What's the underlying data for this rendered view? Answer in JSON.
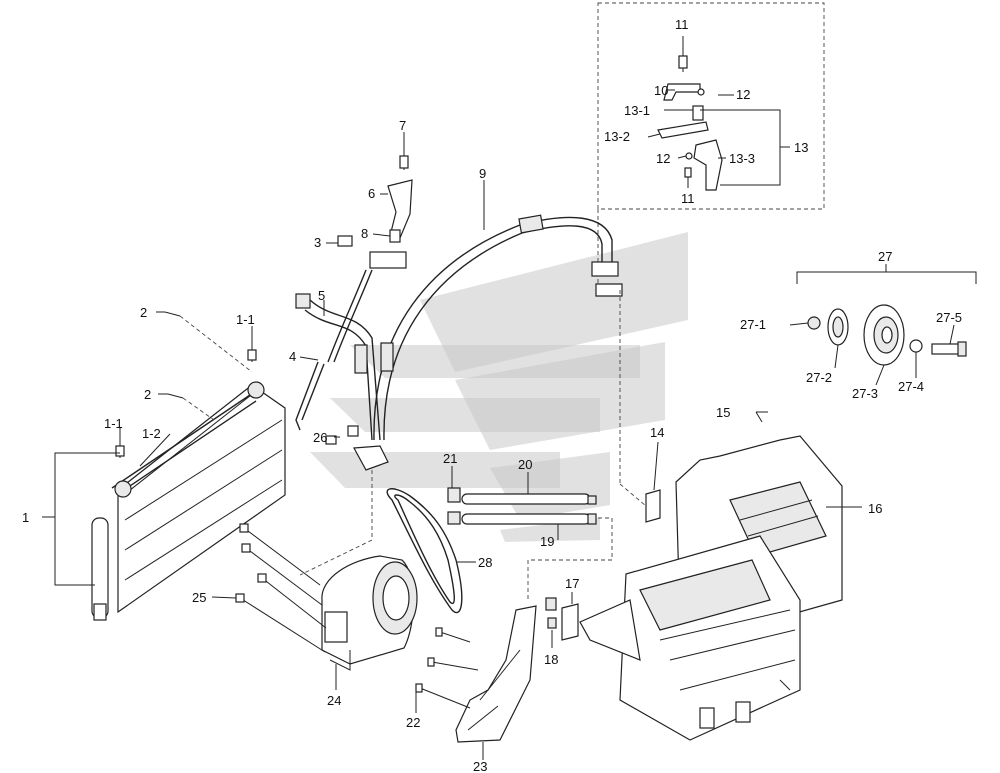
{
  "colors": {
    "line": "#222222",
    "watermark": "#c8c8c8",
    "background": "#ffffff"
  },
  "logo": {
    "name": "watermark-logo"
  },
  "callouts": {
    "c1": "1",
    "c1_1a": "1-1",
    "c1_1b": "1-1",
    "c1_2": "1-2",
    "c2a": "2",
    "c2b": "2",
    "c3": "3",
    "c4": "4",
    "c5": "5",
    "c6": "6",
    "c7": "7",
    "c8": "8",
    "c9": "9",
    "c10": "10",
    "c11a": "11",
    "c11b": "11",
    "c12a": "12",
    "c12b": "12",
    "c13": "13",
    "c13_1": "13-1",
    "c13_2": "13-2",
    "c13_3": "13-3",
    "c14": "14",
    "c15": "15",
    "c16": "16",
    "c17": "17",
    "c18": "18",
    "c19": "19",
    "c20": "20",
    "c21": "21",
    "c22": "22",
    "c23": "23",
    "c24": "24",
    "c25": "25",
    "c26": "26",
    "c27": "27",
    "c27_1": "27-1",
    "c27_2": "27-2",
    "c27_3": "27-3",
    "c27_4": "27-4",
    "c27_5": "27-5",
    "c28": "28"
  }
}
